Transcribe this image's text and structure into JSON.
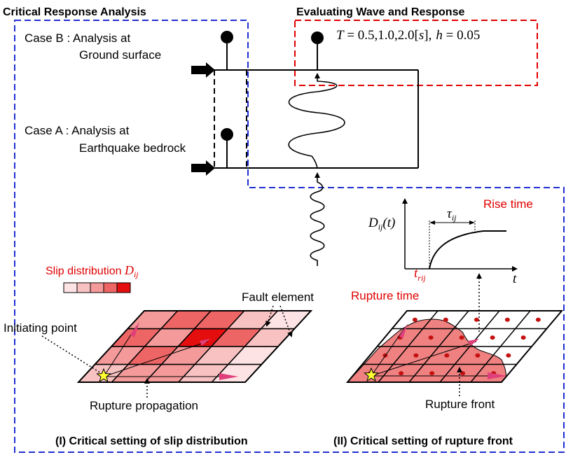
{
  "headings": {
    "critical_response": "Critical Response Analysis",
    "evaluating": "Evaluating Wave and Response"
  },
  "cases": {
    "b_line1": "Case B : Analysis at",
    "b_line2": "Ground surface",
    "a_line1": "Case A : Analysis at",
    "a_line2": "Earthquake bedrock"
  },
  "response_params": {
    "T_symbol": "T",
    "T_values": " = 0.5,1.0,2.0[",
    "T_unit": "s",
    "T_close": "],",
    "h_symbol": "h",
    "h_value": " = 0.05"
  },
  "slip": {
    "label": "Slip distribution ",
    "symbol": "D",
    "subscript": "ij",
    "scale_colors": [
      "#fde3e3",
      "#f9c2c2",
      "#f49a9a",
      "#ee6565",
      "#e40e0e"
    ]
  },
  "fault": {
    "element_label": "Fault element",
    "initiating_label": "Initiating point",
    "propagation_label": "Rupture propagation",
    "rupture_front_label": "Rupture front"
  },
  "time_function": {
    "y_symbol": "D",
    "y_sub": "ij",
    "y_arg": "(t)",
    "rise_symbol": "τ",
    "rise_sub": "ij",
    "rise_label": "Rise time",
    "rupture_symbol": "t",
    "rupture_sub": "rij",
    "rupture_label": "Rupture time",
    "x_symbol": "t"
  },
  "captions": {
    "left": "(I) Critical setting of slip distribution",
    "right": "(II) Critical setting of rupture front"
  },
  "colors": {
    "blue_frame": "#1f2fd1",
    "red_frame": "#e00000",
    "accent_red": "#e00000",
    "star": "#ffff33",
    "rupture_fill": "#ef8181",
    "node": "#c51010"
  }
}
